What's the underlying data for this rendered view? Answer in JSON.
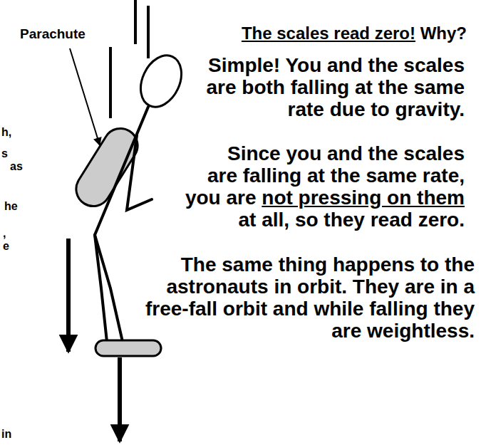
{
  "diagram": {
    "labels": [
      "Parachute",
      "The scales read zero!",
      "Why?",
      "Simple! You and the scales are both falling at the same rate due to gravity.",
      "Since you and the scales are falling at the same rate,",
      "you are",
      "not pressing on them",
      "at all, so they read zero.",
      "The same thing happens to the astronauts in orbit. They are in a free-fall orbit and while falling they are weightless.",
      "h,",
      "s",
      "as",
      "he",
      ",",
      "e",
      "in"
    ]
  }
}
